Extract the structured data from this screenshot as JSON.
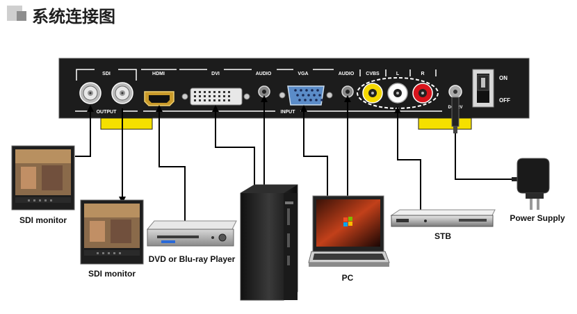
{
  "title": "系统连接图",
  "panel": {
    "groups": {
      "sdi": "SDI",
      "hdmi": "HDMI",
      "dvi": "DVI",
      "audio1": "AUDIO",
      "vga": "VGA",
      "audio2": "AUDIO",
      "cvbs": "CVBS",
      "l": "L",
      "r": "R"
    },
    "output_label": "OUTPUT",
    "input_label": "INPUT",
    "dc_label": "DC 12V",
    "on_label": "ON",
    "off_label": "OFF"
  },
  "devices": {
    "sdi_monitor_1": "SDI monitor",
    "sdi_monitor_2": "SDI monitor",
    "dvd_player": "DVD or Blu-ray Player",
    "pc": "PC",
    "stb": "STB",
    "power_supply": "Power Supply"
  },
  "colors": {
    "panel": "#1c1c1c",
    "yellow_bar": "#f5e000",
    "rca_yellow": "#f5d800",
    "rca_white": "#ffffff",
    "rca_red": "#d8141c"
  }
}
